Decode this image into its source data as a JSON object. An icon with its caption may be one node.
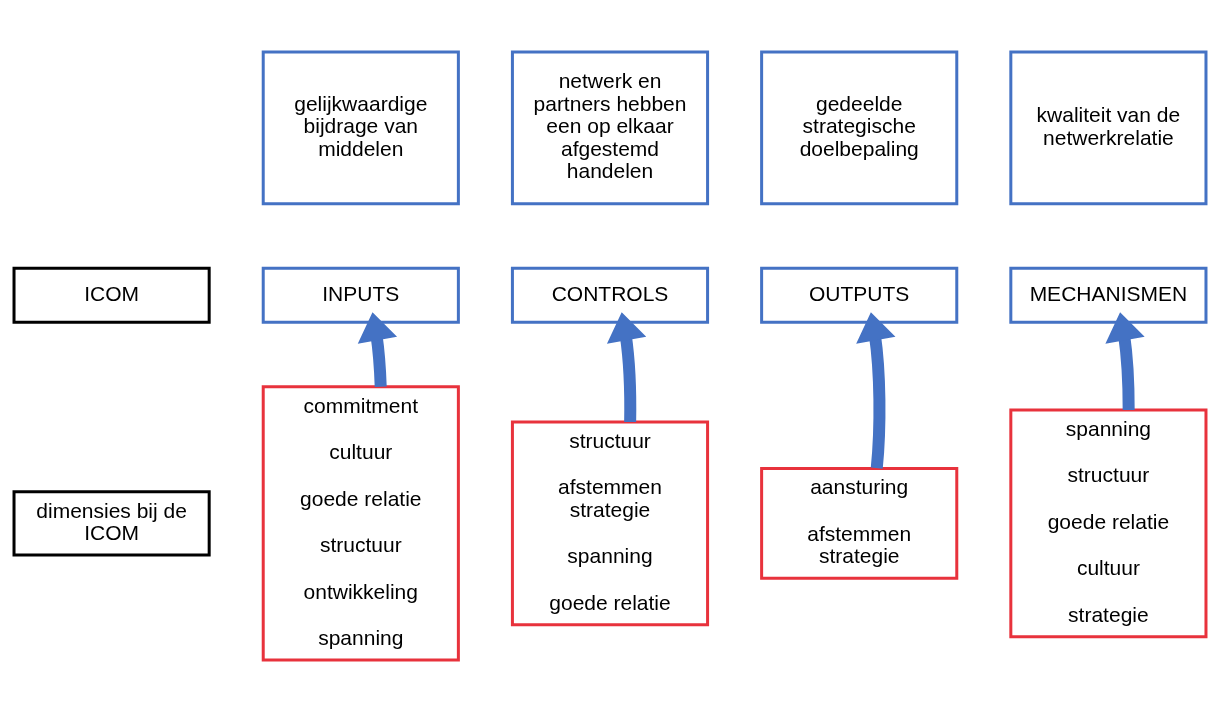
{
  "diagram": {
    "nodes": [
      {
        "text": [
          "gelijkwaardige bijdrage van middelen"
        ]
      },
      {
        "text": [
          "netwerk en partners hebben een op elkaar afgestemd handelen"
        ]
      },
      {
        "text": [
          "gedeelde strategische doelbepaling"
        ]
      },
      {
        "text": [
          "kwaliteit van de netwerkrelatie"
        ]
      },
      {
        "text": [
          "ICOM"
        ]
      },
      {
        "text": [
          "INPUTS"
        ]
      },
      {
        "text": [
          "CONTROLS"
        ]
      },
      {
        "text": [
          "OUTPUTS"
        ]
      },
      {
        "text": [
          "MECHANISMEN"
        ]
      },
      {
        "text": [
          "dimensies bij de ICOM"
        ]
      },
      {
        "text": [
          "commitment",
          "cultuur",
          "goede relatie",
          "structuur",
          "ontwikkeling",
          "spanning"
        ]
      },
      {
        "text": [
          "structuur",
          "afstemmen strategie",
          "spanning",
          "goede relatie"
        ]
      },
      {
        "text": [
          "aansturing",
          "afstemmen strategie"
        ]
      },
      {
        "text": [
          "spanning",
          "structuur",
          "goede relatie",
          "cultuur",
          "strategie"
        ]
      }
    ],
    "edges": [
      {
        "from": 10,
        "to": 5,
        "arrow": "to"
      },
      {
        "from": 11,
        "to": 6,
        "arrow": "to"
      },
      {
        "from": 12,
        "to": 7,
        "arrow": "to"
      },
      {
        "from": 13,
        "to": 8,
        "arrow": "to"
      }
    ]
  }
}
